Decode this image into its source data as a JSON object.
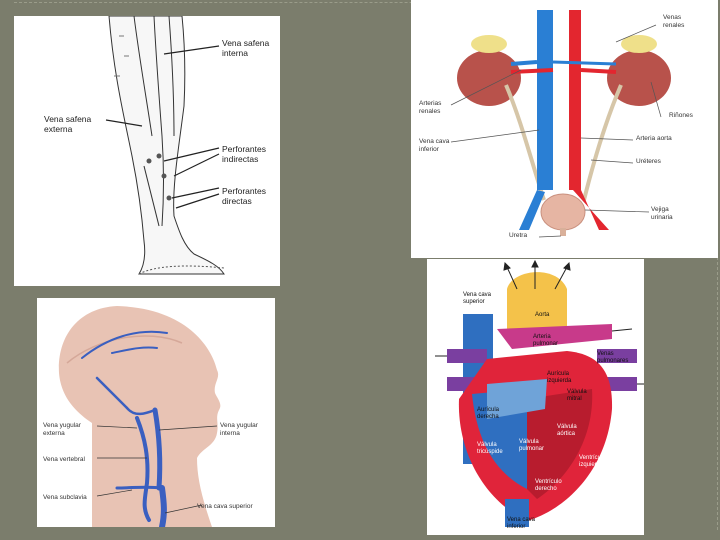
{
  "slide": {
    "background": "#7b7d6c"
  },
  "leg": {
    "labels": {
      "vena_safena_interna": "Vena safena\ninterna",
      "vena_safena_externa": "Vena safena\nexterna",
      "perforantes_indirectas": "Perforantes\nindirectas",
      "perforantes_directas": "Perforantes\ndirectas"
    }
  },
  "kidney": {
    "labels": {
      "venas_renales": "Venas\nrenales",
      "arterias_renales": "Arterias\nrenales",
      "rinones": "Riñones",
      "vena_cava_inferior": "Vena cava\ninferior",
      "arteria_aorta": "Arteria aorta",
      "ureteres": "Uréteres",
      "vejiga_urinaria": "Vejiga\nurinaria",
      "uretra": "Uretra"
    },
    "colors": {
      "artery": "#e3262f",
      "vein": "#2a7fd4",
      "kidney": "#b8524b",
      "ureter": "#d6c6a8"
    }
  },
  "head": {
    "labels": {
      "vena_yugular_externa": "Vena yugular\nexterna",
      "vena_yugular_interna": "Vena yugular\ninterna",
      "vena_vertebral": "Vena vertebral",
      "vena_subclavia": "Vena subclavia",
      "vena_cava_superior": "Vena cava superior"
    },
    "colors": {
      "skin": "#e8c3b4",
      "vein": "#3a5fc0"
    }
  },
  "heart": {
    "labels": {
      "vena_cava_superior": "Vena cava\nsuperior",
      "aorta": "Aorta",
      "arteria_pulmonar": "Arteria\npulmonar",
      "venas_pulmonares": "Venas\npulmonares",
      "auricula_izquierda": "Aurícula\nizquierda",
      "valvula_mitral": "Válvula\nmitral",
      "auricula_derecha": "Aurícula\nderecha",
      "valvula_aortica": "Válvula\naórtica",
      "valvula_tricuspide": "Válvula\ntricúspide",
      "valvula_pulmonar": "Válvula\npulmonar",
      "ventriculo_izquierdo": "Ventrículo\nizquierdo",
      "ventriculo_derecho": "Ventrículo\nderecho",
      "vena_cava_inferior": "Vena cava\ninferior"
    },
    "colors": {
      "oxygenated": "#e0243a",
      "deoxygenated": "#2f6fc0",
      "aorta": "#f4c24a",
      "pulmonary": "#c83a8a",
      "purple": "#7a3fa0"
    }
  }
}
